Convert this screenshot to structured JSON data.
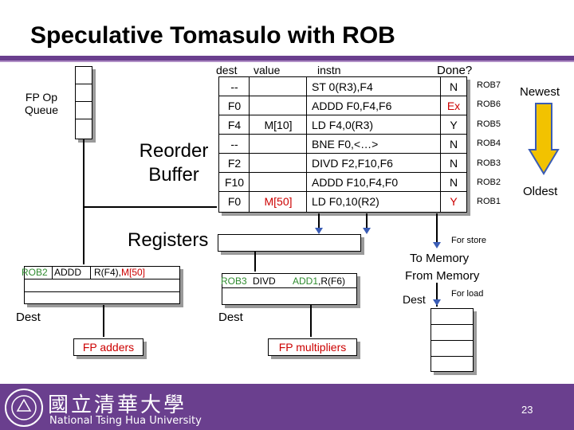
{
  "title": "Speculative Tomasulo with ROB",
  "fp_queue_label": "FP Op\nQueue",
  "reorder_buffer_label": "Reorder\nBuffer",
  "headers": {
    "dest": "dest",
    "value": "value",
    "instn": "instn",
    "done": "Done?"
  },
  "rob": [
    {
      "dest": "--",
      "value": "",
      "value_color": "#000000",
      "instn": "ST 0(R3),F4",
      "done": "N",
      "done_color": "#000000",
      "name": "ROB7"
    },
    {
      "dest": "F0",
      "value": "",
      "value_color": "#000000",
      "instn": "ADDD F0,F4,F6",
      "done": "Ex",
      "done_color": "#cc0000",
      "name": "ROB6"
    },
    {
      "dest": "F4",
      "value": "M[10]",
      "value_color": "#000000",
      "instn": "LD F4,0(R3)",
      "done": "Y",
      "done_color": "#000000",
      "name": "ROB5"
    },
    {
      "dest": "--",
      "value": "",
      "value_color": "#000000",
      "instn": "BNE F0,<…>",
      "done": "N",
      "done_color": "#000000",
      "name": "ROB4"
    },
    {
      "dest": "F2",
      "value": "",
      "value_color": "#000000",
      "instn": "DIVD F2,F10,F6",
      "done": "N",
      "done_color": "#000000",
      "name": "ROB3"
    },
    {
      "dest": "F10",
      "value": "",
      "value_color": "#000000",
      "instn": "ADDD F10,F4,F0",
      "done": "N",
      "done_color": "#000000",
      "name": "ROB2"
    },
    {
      "dest": "F0",
      "value": "M[50]",
      "value_color": "#cc0000",
      "instn": "LD F0,10(R2)",
      "done": "Y",
      "done_color": "#cc0000",
      "name": "ROB1"
    }
  ],
  "newest": "Newest",
  "oldest": "Oldest",
  "registers_label": "Registers",
  "for_store": "For store",
  "to_memory": "To Memory",
  "from_memory": "From Memory",
  "dest_mem": "Dest",
  "for_load": "For load",
  "adder_rs": [
    {
      "tag": "ROB2",
      "op": "ADDD",
      "operands": "R(F4),",
      "operands_red": "M[50]"
    }
  ],
  "mult_rs": [
    {
      "tag": "ROB3",
      "op": "DIVD",
      "operands": ",R(F6)",
      "operands_green": "ADD1"
    }
  ],
  "dest_left": "Dest",
  "dest_mid": "Dest",
  "fp_adders": "FP adders",
  "fp_multipliers": "FP multipliers",
  "footer_cn": "國立清華大學",
  "footer_en": "National Tsing Hua University",
  "page_number": "23",
  "colors": {
    "accent": "#6a3f8e",
    "arrow_yellow": "#f2c200",
    "arrow_blue": "#3a5cb5",
    "red": "#cc0000",
    "green": "#2e8b2e"
  }
}
